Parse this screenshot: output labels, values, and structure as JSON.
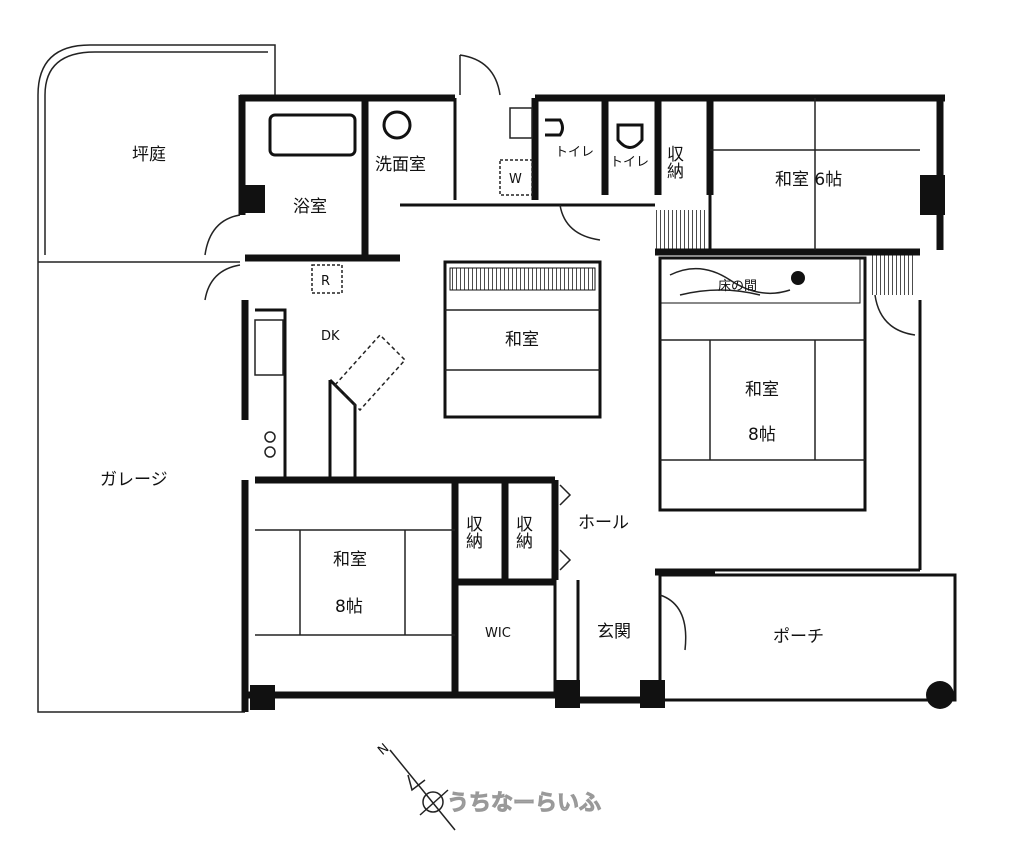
{
  "plan": {
    "rooms": {
      "tsuboniwa": "坪庭",
      "bath": "浴室",
      "washroom": "洗面室",
      "washer": "W",
      "toilet_1": "トイレ",
      "toilet_2": "トイレ",
      "storage_top": "収納",
      "washitsu_6": "和室 6帖",
      "tokonoma": "床の間",
      "fridge": "R",
      "dk": "DK",
      "washitsu_center": "和室",
      "washitsu_right": "和室",
      "washitsu_right_size": "8帖",
      "garage": "ガレージ",
      "washitsu_left": "和室",
      "washitsu_left_size": "8帖",
      "storage_1": "収納",
      "storage_2": "収納",
      "hall": "ホール",
      "wic": "WIC",
      "genkan": "玄関",
      "porch": "ポーチ"
    },
    "north_label": "N",
    "watermark": "うちなーらいふ"
  }
}
